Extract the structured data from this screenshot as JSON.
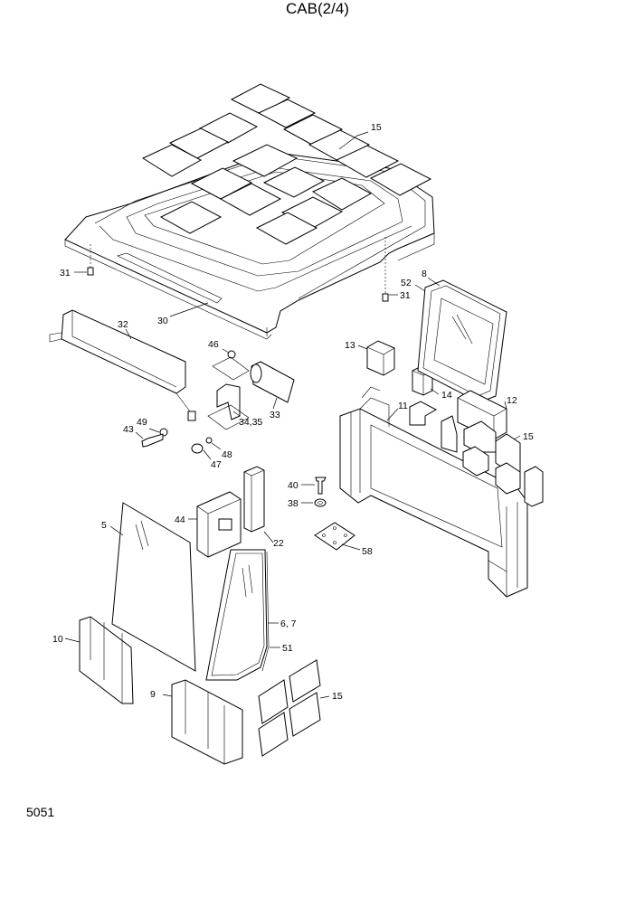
{
  "title": "CAB(2/4)",
  "page_number": "5051",
  "labels": {
    "p15a": "15",
    "p31a": "31",
    "p30": "30",
    "p31b": "31",
    "p8": "8",
    "p52": "52",
    "p32": "32",
    "p46": "46",
    "p13": "13",
    "p14": "14",
    "p12": "12",
    "p11": "11",
    "p15b": "15",
    "p49": "49",
    "p43": "43",
    "p34_35": "34,35",
    "p33": "33",
    "p48": "48",
    "p47": "47",
    "p40": "40",
    "p38": "38",
    "p58": "58",
    "p44": "44",
    "p5": "5",
    "p22": "22",
    "p6_7": "6, 7",
    "p51": "51",
    "p10": "10",
    "p9": "9",
    "p15c": "15"
  }
}
